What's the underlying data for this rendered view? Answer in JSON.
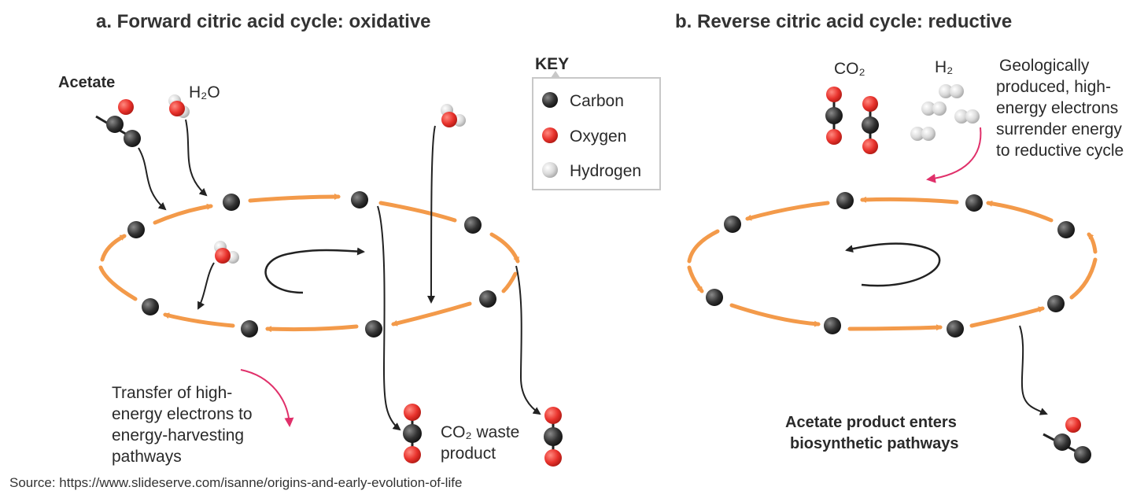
{
  "panel_a": {
    "title": "a. Forward citric acid cycle: oxidative",
    "acetate_label": "Acetate",
    "water_label": "H₂O",
    "transfer_label": [
      "Transfer of high-",
      "energy electrons to",
      "energy-harvesting",
      "pathways"
    ],
    "waste_label": [
      "CO₂ waste",
      "product"
    ]
  },
  "panel_b": {
    "title": "b. Reverse citric acid cycle: reductive",
    "co2_label": "CO₂",
    "h2_label": "H₂",
    "geo_label": [
      "Geologically",
      "produced, high-",
      "energy electrons",
      "surrender energy",
      "to reductive cycle"
    ],
    "acetate_product_label": [
      "Acetate product enters",
      "biosynthetic pathways"
    ]
  },
  "key": {
    "title": "KEY",
    "items": [
      {
        "label": "Carbon",
        "color": "#333333"
      },
      {
        "label": "Oxygen",
        "color": "#e8322c"
      },
      {
        "label": "Hydrogen",
        "color": "#d9d9d9"
      }
    ]
  },
  "colors": {
    "cycle_arrow": "#f39a4a",
    "carbon": "#333333",
    "oxygen": "#e8322c",
    "hydrogen": "#d9d9d9",
    "electron_arrow": "#e0306a"
  },
  "source": "Source: https://www.slideserve.com/isanne/origins-and-early-evolution-of-life"
}
